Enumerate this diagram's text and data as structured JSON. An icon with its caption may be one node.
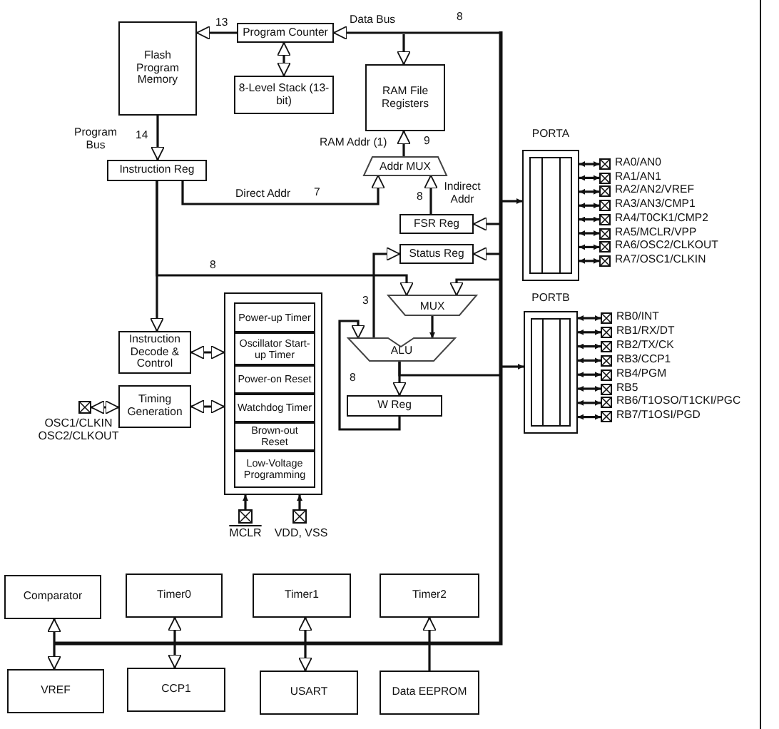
{
  "diagram": {
    "nodes": [
      {
        "text": [
          "Flash Program Memory"
        ]
      },
      {
        "text": [
          "Program Counter"
        ]
      },
      {
        "text": [
          "8-Level Stack (13-bit)"
        ]
      },
      {
        "text": [
          "RAM File Registers"
        ]
      },
      {
        "text": [
          "Addr MUX"
        ]
      },
      {
        "text": [
          "Instruction Reg"
        ]
      },
      {
        "text": [
          "FSR Reg"
        ]
      },
      {
        "text": [
          "Status Reg"
        ]
      },
      {
        "text": [
          "PORTA"
        ]
      },
      {
        "text": [],
        "shape": "box",
        "beside": [
          "RA0/AN0"
        ]
      },
      {
        "text": [],
        "shape": "box",
        "beside": [
          "RA1/AN1"
        ]
      },
      {
        "text": [],
        "shape": "box",
        "beside": [
          "RA2/AN2/VREF"
        ]
      },
      {
        "text": [],
        "shape": "box",
        "beside": [
          "RA3/AN3/CMP1"
        ]
      },
      {
        "text": [],
        "shape": "box",
        "beside": [
          "RA4/T0CK1/CMP2"
        ]
      },
      {
        "text": [],
        "shape": "box",
        "beside": [
          "RA5/MCLR/VPP"
        ]
      },
      {
        "text": [],
        "shape": "box",
        "beside": [
          "RA6/OSC2/CLKOUT"
        ]
      },
      {
        "text": [],
        "shape": "box",
        "beside": [
          "RA7/OSC1/CLKIN"
        ]
      },
      {
        "text": [
          "MUX"
        ]
      },
      {
        "text": [
          "PORTB"
        ]
      },
      {
        "text": [],
        "shape": "box",
        "beside": [
          "RB0/INT"
        ]
      },
      {
        "text": [],
        "shape": "box",
        "beside": [
          "RB1/RX/DT"
        ]
      },
      {
        "text": [],
        "shape": "box",
        "beside": [
          "RB2/TX/CK"
        ]
      },
      {
        "text": [],
        "shape": "box",
        "beside": [
          "RB3/CCP1"
        ]
      },
      {
        "text": [],
        "shape": "box",
        "beside": [
          "RB4/PGM"
        ]
      },
      {
        "text": [],
        "shape": "box",
        "beside": [
          "RB5"
        ]
      },
      {
        "text": [],
        "shape": "box",
        "beside": [
          "RB6/T1OSO/T1CKI/PGC"
        ]
      },
      {
        "text": [],
        "shape": "box",
        "beside": [
          "RB7/T1OSI/PGD"
        ]
      },
      {
        "text": [
          "ALU"
        ]
      },
      {
        "text": [
          "Instruction Decode & Control"
        ]
      },
      {
        "text": [
          "Timing Generation"
        ]
      },
      {
        "text": [],
        "shape": "box",
        "beside": [
          "OSC1/CLKIN OSC2/CLKOUT"
        ]
      },
      {
        "text": [],
        "shape": "box"
      },
      {
        "text": [
          "Power-up Timer"
        ],
        "in": 31
      },
      {
        "text": [
          "Oscillator Start-up Timer"
        ],
        "in": 31
      },
      {
        "text": [
          "Power-on Reset"
        ],
        "in": 31
      },
      {
        "text": [
          "Watchdog Timer"
        ],
        "in": 31
      },
      {
        "text": [
          "Brown-out Reset"
        ],
        "in": 31
      },
      {
        "text": [
          "Low-Voltage Programming"
        ],
        "in": 31
      },
      {
        "text": [
          "W Reg"
        ]
      },
      {
        "text": [],
        "shape": "box",
        "beside": [
          "MCLR"
        ]
      },
      {
        "text": [],
        "shape": "box",
        "beside": [
          "VDD, VSS"
        ]
      },
      {
        "text": [
          "Comparator"
        ]
      },
      {
        "text": [
          "Timer0"
        ]
      },
      {
        "text": [
          "Timer1"
        ]
      },
      {
        "text": [
          "Timer2"
        ]
      },
      {
        "text": [
          "VREF"
        ]
      },
      {
        "text": [
          "CCP1"
        ]
      },
      {
        "text": [
          "USART"
        ]
      },
      {
        "text": [
          "Data EEPROM"
        ]
      }
    ],
    "edges": [
      {
        "from": 1,
        "to": 0,
        "arrow": "to",
        "label": "13"
      },
      {
        "from": 2,
        "to": 1,
        "arrow": "both"
      },
      {
        "from": 0,
        "to": 5,
        "arrow": "to",
        "label": "14"
      },
      {
        "from": 5,
        "to": 4,
        "arrow": "to",
        "label": "7"
      },
      {
        "from": 4,
        "to": 3,
        "arrow": "to",
        "label": "9"
      },
      {
        "from": 6,
        "to": 4,
        "arrow": "to",
        "label": "8"
      },
      {
        "from": 5,
        "to": 28,
        "arrow": "to"
      },
      {
        "from": 5,
        "to": 17,
        "arrow": "to",
        "label": "8"
      },
      {
        "from": 27,
        "to": 7,
        "arrow": "to",
        "label": "3"
      },
      {
        "from": 17,
        "to": 27,
        "arrow": "to"
      },
      {
        "from": 27,
        "to": 38,
        "arrow": "to"
      },
      {
        "from": 38,
        "to": 27,
        "arrow": "to",
        "label": "8"
      },
      {
        "from": null,
        "to": 1,
        "arrow": "to"
      },
      {
        "from": null,
        "to": 3,
        "arrow": "to"
      },
      {
        "from": null,
        "to": 6,
        "arrow": "to"
      },
      {
        "from": null,
        "to": 7,
        "arrow": "to"
      },
      {
        "from": null,
        "to": 17,
        "arrow": "to"
      },
      {
        "from": null,
        "to": 8,
        "arrow": "to"
      },
      {
        "from": null,
        "to": 18,
        "arrow": "to"
      },
      {
        "from": 27,
        "to": null,
        "arrow": "none"
      },
      {
        "from": 8,
        "to": 9,
        "arrow": "both"
      },
      {
        "from": 8,
        "to": 10,
        "arrow": "both"
      },
      {
        "from": 8,
        "to": 11,
        "arrow": "both"
      },
      {
        "from": 8,
        "to": 12,
        "arrow": "both"
      },
      {
        "from": 8,
        "to": 13,
        "arrow": "both"
      },
      {
        "from": 8,
        "to": 14,
        "arrow": "both"
      },
      {
        "from": 8,
        "to": 15,
        "arrow": "both"
      },
      {
        "from": 8,
        "to": 16,
        "arrow": "both"
      },
      {
        "from": 18,
        "to": 19,
        "arrow": "both"
      },
      {
        "from": 18,
        "to": 20,
        "arrow": "both"
      },
      {
        "from": 18,
        "to": 21,
        "arrow": "both"
      },
      {
        "from": 18,
        "to": 22,
        "arrow": "both"
      },
      {
        "from": 18,
        "to": 23,
        "arrow": "both"
      },
      {
        "from": 18,
        "to": 24,
        "arrow": "both"
      },
      {
        "from": 18,
        "to": 25,
        "arrow": "both"
      },
      {
        "from": 18,
        "to": 26,
        "arrow": "both"
      },
      {
        "from": 28,
        "to": 31,
        "arrow": "both"
      },
      {
        "from": 29,
        "to": 31,
        "arrow": "both"
      },
      {
        "from": 30,
        "to": 29,
        "arrow": "both"
      },
      {
        "from": 39,
        "to": 31,
        "arrow": "to"
      },
      {
        "from": 40,
        "to": 31,
        "arrow": "to"
      },
      {
        "from": 41,
        "to": 45,
        "arrow": "both"
      },
      {
        "from": 42,
        "to": 46,
        "arrow": "both"
      },
      {
        "from": 43,
        "to": 47,
        "arrow": "both"
      },
      {
        "from": 48,
        "to": 44,
        "arrow": "to"
      }
    ],
    "labels": [
      "Data Bus",
      "8",
      "Program Bus",
      "RAM Addr (1)",
      "Direct Addr",
      "Indirect Addr"
    ]
  }
}
